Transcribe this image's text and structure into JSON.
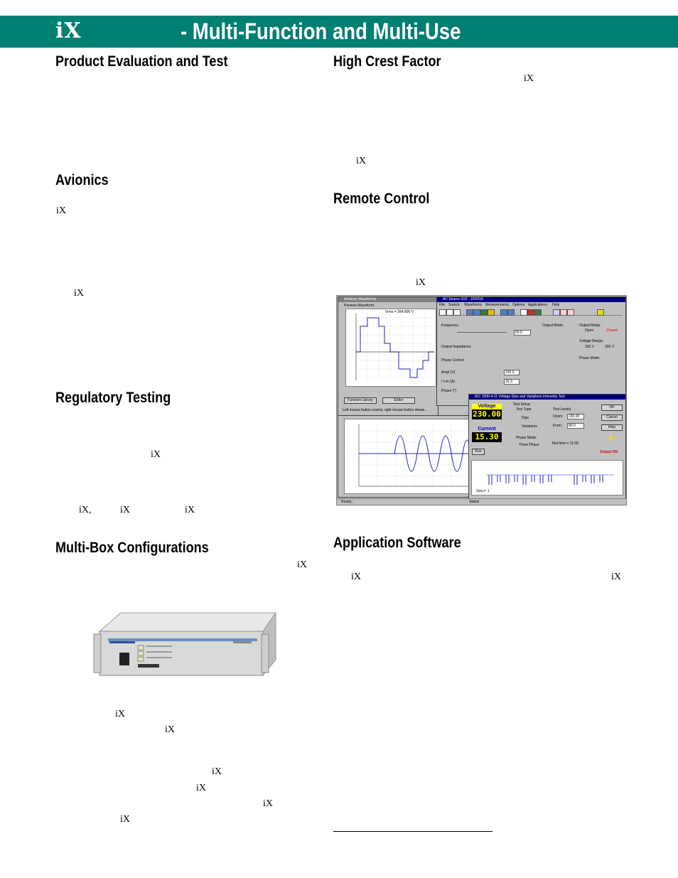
{
  "banner": {
    "logo": "iX",
    "title": "- Multi-Function and Multi-Use"
  },
  "headings": {
    "product_eval": "Product Evaluation and Test",
    "avionics": "Avionics",
    "regulatory": "Regulatory Testing",
    "multibox": "Multi-Box Configurations",
    "crest": "High Crest Factor",
    "remote": "Remote Control",
    "appsoft": "Application Software"
  },
  "fragments": {
    "ix": "iX",
    "ix_comma": "iX,"
  },
  "screenshot": {
    "waveform_window_title": "Arbitrary Waveforms",
    "preview_label": "Preview Waveform:",
    "vrms_label": "Vrms = 284.896 V",
    "function_library_button": "Function Library",
    "editor_button": "Editor",
    "hint_text": "Left mouse button zooms, right mouse button draws...",
    "main_window_title": "AC Source GUI - 15003iX",
    "menu": [
      "File",
      "Source",
      "Waveforms",
      "Measurements",
      "Options",
      "Applications",
      "Help"
    ],
    "frequency_label": "Frequency:",
    "freq_value": "50.0",
    "output_mode_label": "Output Mode:",
    "output_relay_label": "Output Relay:",
    "relay_open": "Open",
    "relay_closed": "Closed",
    "voltage_range_label": "Voltage Range:",
    "range_150": "150 V",
    "range_300": "300 V",
    "phase_mode_label": "Phase Mode:",
    "impedance_label": "Output Impedance:",
    "phase_control_label": "Phase Control",
    "ampl_label": "Ampl (V)",
    "ilim_label": "I Lim (A)",
    "phase_deg_label": "Phase (°)",
    "ampl_value": "230.0",
    "ilim_value": "15.3",
    "ready_text": "Ready...",
    "status_text": "Status",
    "iec_window_title": "IEC 1000-4-11 Voltage Dips and Variations Immunity Test",
    "voltage_label": "Voltage",
    "voltage_value": "230.00",
    "current_label": "Current",
    "current_value": "15.30",
    "test_setup_label": "Test Setup:",
    "test_type_label": "Test Type:",
    "dips_label": "Dips",
    "variations_label": "Variations",
    "test_levels_label": "Test Levels:",
    "unom_label": "Unom",
    "unom_value": "230.00",
    "from_label": "From:",
    "from_value": "80.0",
    "phase_mode_iec": "Phase Mode:",
    "three_phase": "Three Phase",
    "test_time": "Test time = 11:08",
    "ok_button": "OK",
    "cancel_button": "Cancel",
    "help_button": "Help",
    "run_button": "Run",
    "output_on": "Output ON",
    "seq_label": "Seq #: 1"
  },
  "colors": {
    "banner": "#007f73",
    "titlebar": "#000080",
    "digit": "#ffff00",
    "wave": "#2020c0"
  }
}
